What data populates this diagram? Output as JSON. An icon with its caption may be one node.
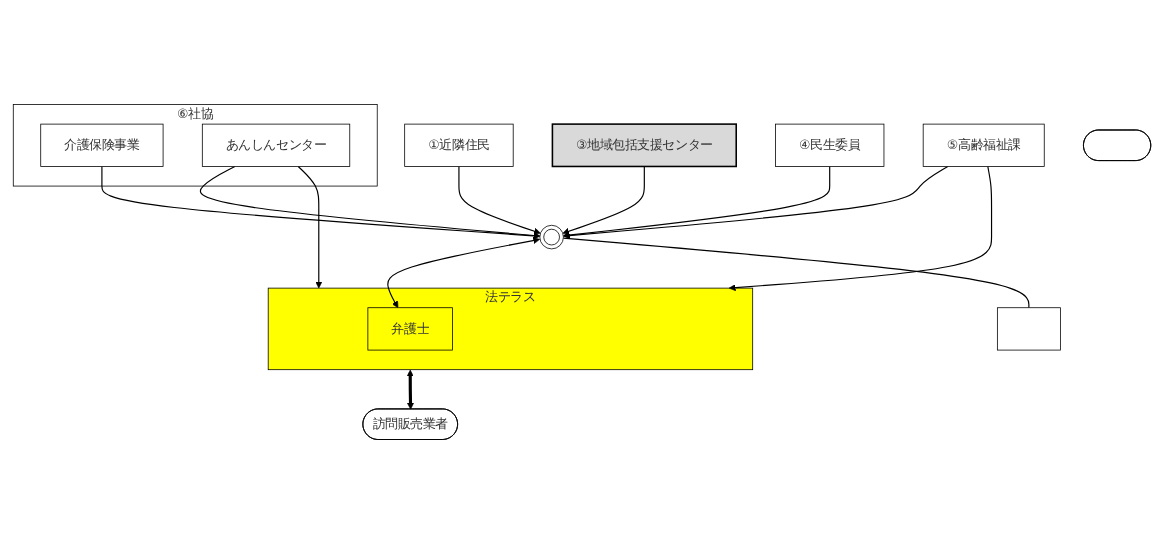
{
  "diagram": {
    "nodes": [
      {
        "text": [
          "①近隣住民"
        ]
      },
      {
        "text": [
          "③地域包括支援センター"
        ]
      },
      {
        "text": [
          "⑥社協"
        ]
      },
      {
        "text": [
          "介護保険事業"
        ],
        "in": 2
      },
      {
        "text": [
          "あんしんセンター"
        ],
        "in": 2
      },
      {
        "text": [
          "④民生委員"
        ]
      },
      {
        "text": [],
        "shape": "circle"
      },
      {
        "text": [],
        "shape": "box"
      },
      {
        "text": [
          "⑤高齢福祉課"
        ]
      },
      {
        "text": [
          "法テラス"
        ]
      },
      {
        "text": [
          "弁護士"
        ],
        "in": 9
      },
      {
        "text": [
          "訪問販売業者"
        ]
      },
      {
        "text": [],
        "shape": "ellipse"
      }
    ],
    "edges": [
      {
        "from": 0,
        "to": 6,
        "arrow": "to"
      },
      {
        "from": 1,
        "to": 6,
        "arrow": "to"
      },
      {
        "from": 3,
        "to": 6,
        "arrow": "to"
      },
      {
        "from": 4,
        "to": 6,
        "arrow": "to"
      },
      {
        "from": 5,
        "to": 6,
        "arrow": "to"
      },
      {
        "from": 8,
        "to": 6,
        "arrow": "to"
      },
      {
        "from": 8,
        "to": 9,
        "arrow": "to"
      },
      {
        "from": 4,
        "to": 9,
        "arrow": "to"
      },
      {
        "from": 6,
        "to": 10,
        "arrow": "both"
      },
      {
        "from": 6,
        "to": 7,
        "arrow": "none"
      },
      {
        "from": 9,
        "to": 11,
        "arrow": "both",
        "style": "thick"
      }
    ]
  }
}
